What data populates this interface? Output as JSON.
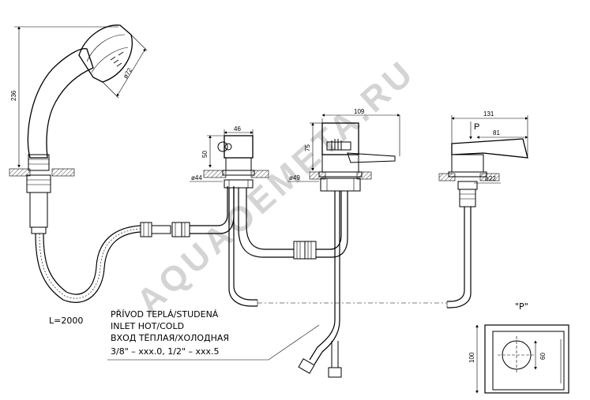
{
  "watermark": "AQUAOEMETA.RU",
  "hand_shower": {
    "height": "236",
    "head_diameter": "ø72",
    "hose_length": "L=2000"
  },
  "mixer": {
    "width": "46",
    "height": "50",
    "base_diameter": "ø44"
  },
  "diverter": {
    "width": "109",
    "height": "75",
    "base_diameter": "ø49"
  },
  "spout": {
    "width": "131",
    "projection": "81",
    "base_diameter": "ø22",
    "view_marker": "P"
  },
  "inlet_note": {
    "line1": "PŘÍVOD TEPLÁ/STUDENÁ",
    "line2": "INLET HOT/COLD",
    "line3": "ВХОД ТЁПЛАЯ/ХОЛОДНАЯ",
    "line4": "3/8\" – xxx.0, 1/2\" – xxx.5"
  },
  "detail_p": {
    "title": "\"P\"",
    "height": "100",
    "inner": "60"
  }
}
